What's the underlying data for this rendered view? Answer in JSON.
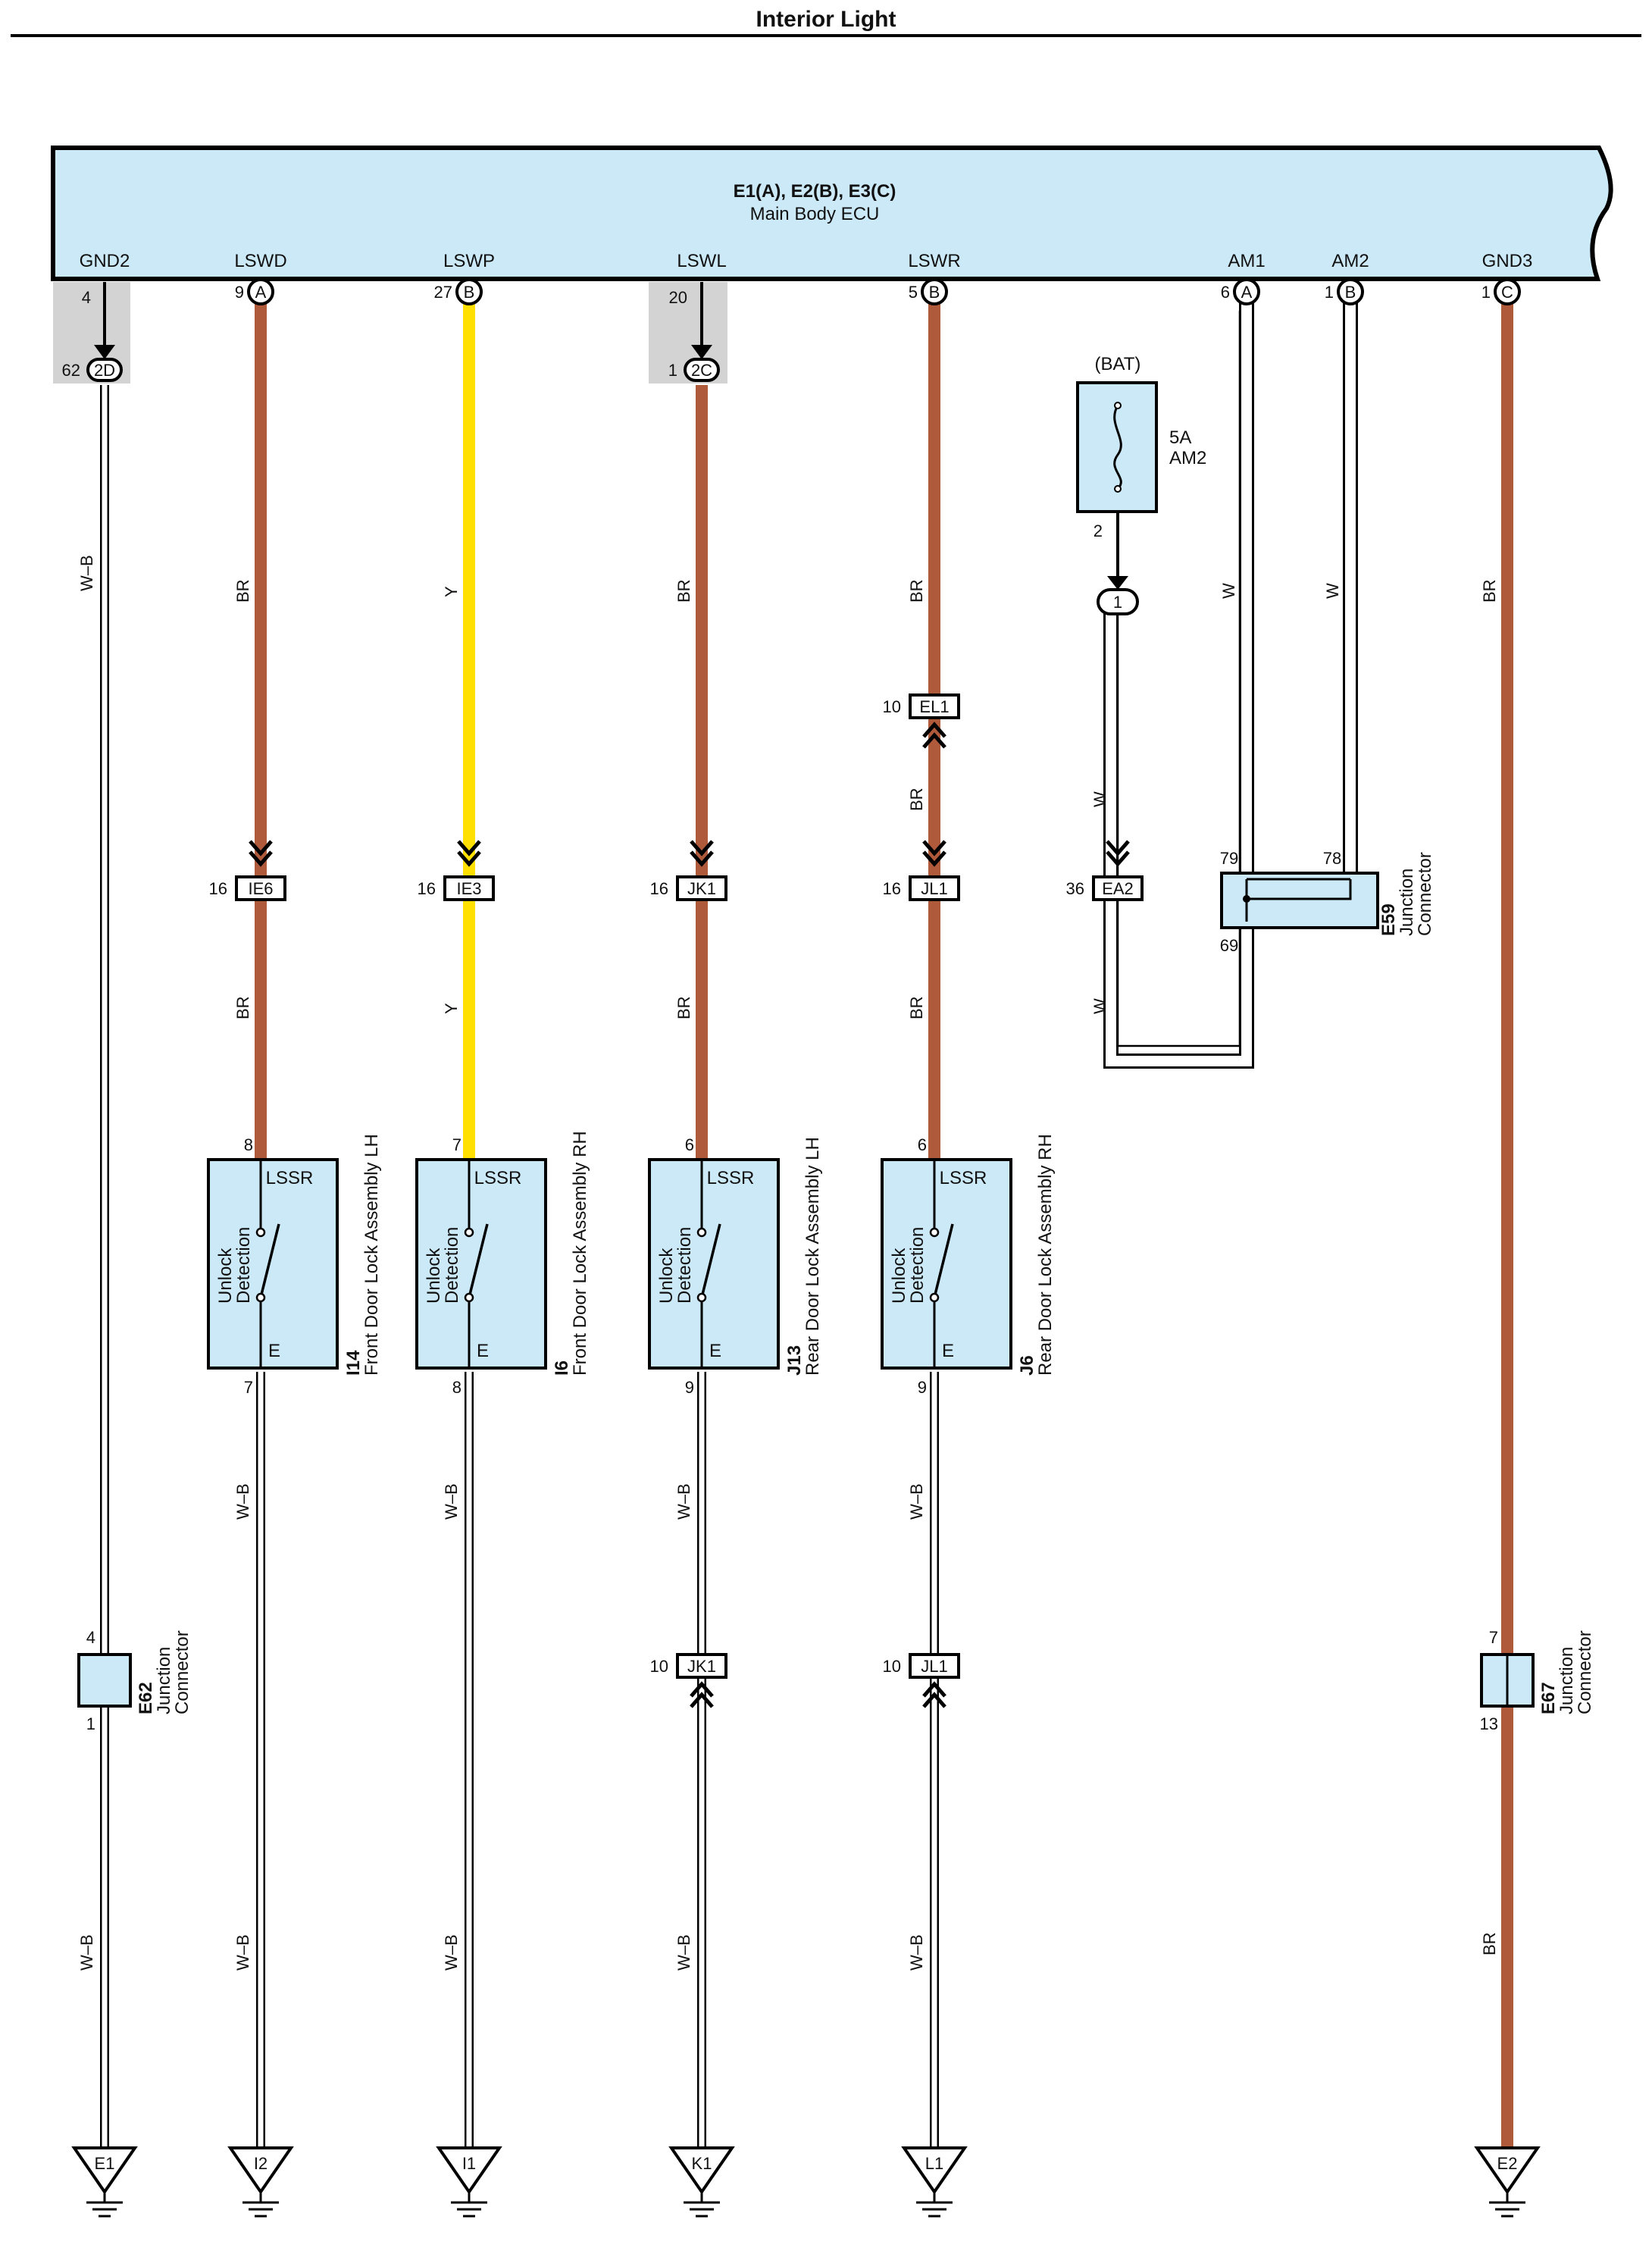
{
  "title": "Interior Light",
  "ecu": {
    "connectors": "E1(A), E2(B), E3(C)",
    "name": "Main Body ECU",
    "terminals": {
      "gnd2": {
        "name": "GND2",
        "pin": "4"
      },
      "lswd": {
        "name": "LSWD",
        "pin": "9",
        "conn": "A"
      },
      "lswp": {
        "name": "LSWP",
        "pin": "27",
        "conn": "B"
      },
      "lswl": {
        "name": "LSWL",
        "pin": "20"
      },
      "lswr": {
        "name": "LSWR",
        "pin": "5",
        "conn": "B"
      },
      "am1": {
        "name": "AM1",
        "pin": "6",
        "conn": "A"
      },
      "am2": {
        "name": "AM2",
        "pin": "1",
        "conn": "B"
      },
      "gnd3": {
        "name": "GND3",
        "pin": "1",
        "conn": "C"
      }
    }
  },
  "inline_connectors": {
    "c2d": {
      "id": "2D",
      "pin": "62"
    },
    "c2c": {
      "id": "2C",
      "pin": "1"
    },
    "ie6": {
      "id": "IE6",
      "pin": "16"
    },
    "ie3": {
      "id": "IE3",
      "pin": "16"
    },
    "jk1_top": {
      "id": "JK1",
      "pin": "16"
    },
    "jl1_top": {
      "id": "JL1",
      "pin": "16"
    },
    "el1": {
      "id": "EL1",
      "pin": "10"
    },
    "ea2": {
      "id": "EA2",
      "pin": "36"
    },
    "jk1_bot": {
      "id": "JK1",
      "pin": "10"
    },
    "jl1_bot": {
      "id": "JL1",
      "pin": "10"
    }
  },
  "fuse": {
    "source": "(BAT)",
    "rating": "5A",
    "name": "AM2",
    "pin": "2",
    "conn": "1"
  },
  "wire_colors": {
    "br": "BR",
    "y": "Y",
    "w": "W",
    "wb": "W–B"
  },
  "colors": {
    "br": "#b05a3c",
    "y": "#ffe000",
    "ecu_fill": "#cce9f8",
    "ground_box": "#d3d3d3"
  },
  "switch_common": {
    "label_lssr": "LSSR",
    "label_e": "E",
    "func1": "Unlock",
    "func2": "Detection"
  },
  "switches": [
    {
      "code": "I14",
      "name": "Front Door Lock Assembly LH",
      "pin_top": "8",
      "pin_bot": "7"
    },
    {
      "code": "I6",
      "name": "Front Door Lock Assembly RH",
      "pin_top": "7",
      "pin_bot": "8"
    },
    {
      "code": "J13",
      "name": "Rear Door Lock Assembly LH",
      "pin_top": "6",
      "pin_bot": "9"
    },
    {
      "code": "J6",
      "name": "Rear Door Lock Assembly RH",
      "pin_top": "6",
      "pin_bot": "9"
    }
  ],
  "junctions": {
    "e59": {
      "code": "E59",
      "line1": "Junction",
      "line2": "Connector",
      "pin_a": "79",
      "pin_b": "78",
      "pin_c": "69"
    },
    "e62": {
      "code": "E62",
      "line1": "Junction",
      "line2": "Connector",
      "pin_top": "4",
      "pin_bot": "1"
    },
    "e67": {
      "code": "E67",
      "line1": "Junction",
      "line2": "Connector",
      "pin_top": "7",
      "pin_bot": "13"
    }
  },
  "grounds": [
    "E1",
    "I2",
    "I1",
    "K1",
    "L1",
    "E2"
  ]
}
